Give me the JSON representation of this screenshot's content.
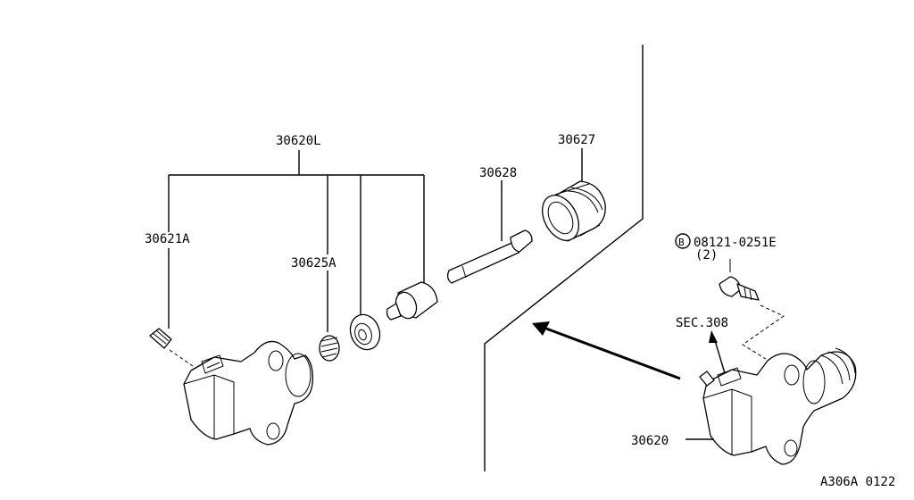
{
  "labels": {
    "assembly": "30620L",
    "boot": "30627",
    "push_rod": "30628",
    "bleeder": "30621A",
    "spring": "30625A",
    "bolt_circle": "B",
    "bolt_part": "08121-0251E",
    "bolt_qty": "(2)",
    "section_ref": "SEC.308",
    "cylinder": "30620",
    "diagram_code": "A306A 0122"
  }
}
